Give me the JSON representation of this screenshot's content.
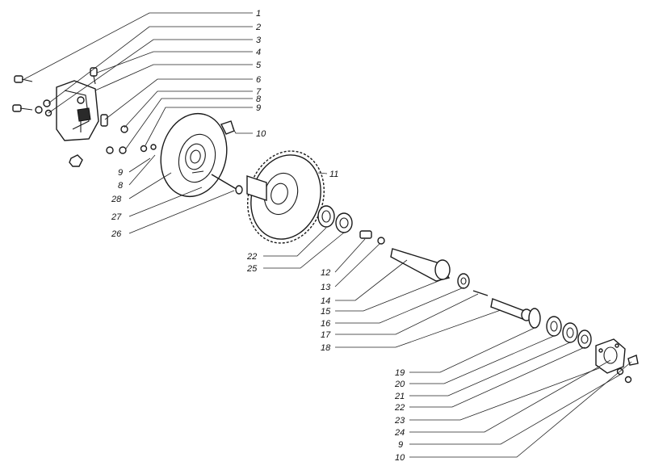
{
  "callouts": [
    "1",
    "2",
    "3",
    "4",
    "5",
    "6",
    "7",
    "8",
    "9",
    "10",
    "9",
    "8",
    "28",
    "27",
    "26",
    "11",
    "22",
    "25",
    "12",
    "13",
    "14",
    "15",
    "16",
    "17",
    "18",
    "19",
    "20",
    "21",
    "22",
    "23",
    "24",
    "9",
    "10"
  ]
}
